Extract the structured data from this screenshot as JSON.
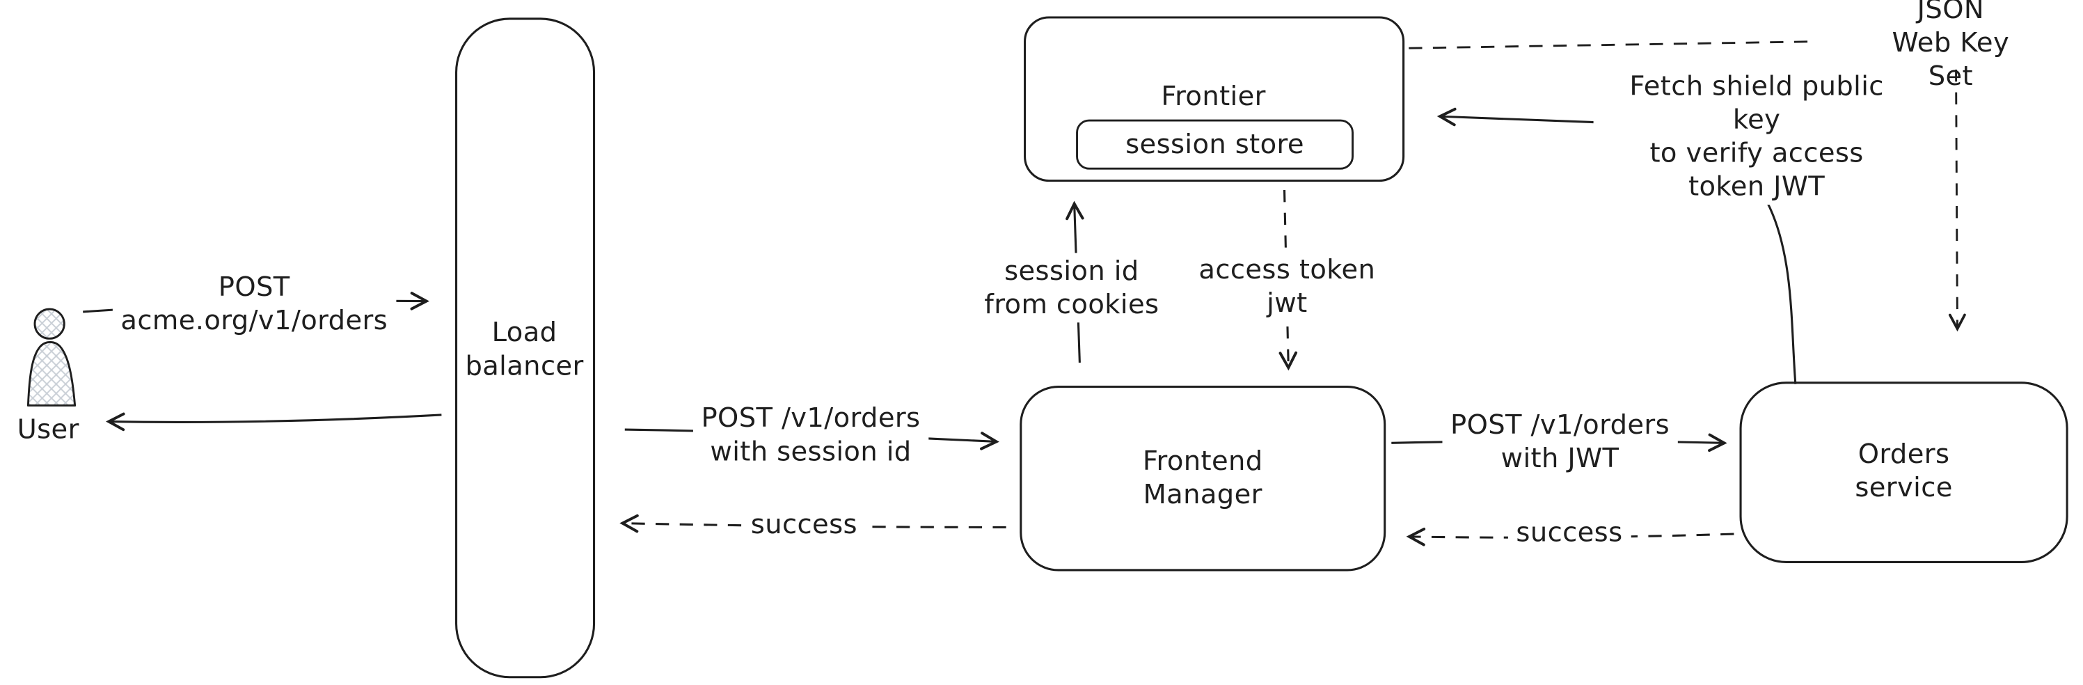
{
  "nodes": {
    "user": "User",
    "load_balancer": "Load\nbalancer",
    "frontier": "Frontier",
    "session_store": "session store",
    "frontend_manager": "Frontend\nManager",
    "orders_service": "Orders service",
    "jwks": "JSON Web Key Set"
  },
  "edges": {
    "post_orders": "POST\nacme.org/v1/orders",
    "post_orders_session": "POST /v1/orders\nwith session id",
    "success_lb": "success",
    "session_id_cookies": "session id\nfrom cookies",
    "access_token_jwt": "access token\njwt",
    "post_orders_jwt": "POST /v1/orders\nwith JWT",
    "success_fm": "success",
    "fetch_public_key": "Fetch shield public key\nto verify access\ntoken JWT"
  },
  "colors": {
    "stroke": "#1e1e1e",
    "background": "#ffffff",
    "hatch": "#c9cfd6"
  }
}
